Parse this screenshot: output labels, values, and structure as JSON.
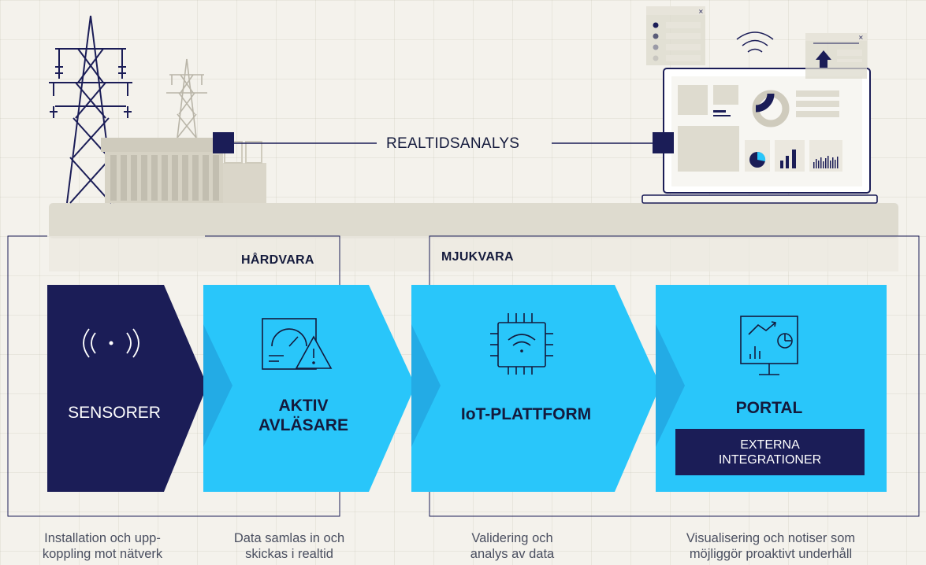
{
  "realtime_label": "REALTIDSANALYS",
  "frames": {
    "hardware": "HÅRDVARA",
    "software": "MJUKVARA"
  },
  "blocks": [
    {
      "title_line1": "SENSORER",
      "title_line2": "",
      "icon": "signal-broadcast-icon"
    },
    {
      "title_line1": "AKTIV",
      "title_line2": "AVLÄSARE",
      "icon": "gauge-warning-icon"
    },
    {
      "title_line1": "IoT-PLATTFORM",
      "title_line2": "",
      "icon": "chip-wifi-icon"
    },
    {
      "title_line1": "PORTAL",
      "title_line2": "",
      "icon": "analytics-monitor-icon"
    }
  ],
  "integration_box": {
    "line1": "EXTERNA",
    "line2": "INTEGRATIONER"
  },
  "captions": [
    {
      "line1": "Installation och upp-",
      "line2": "koppling mot nätverk"
    },
    {
      "line1": "Data samlas in och",
      "line2": "skickas i realtid"
    },
    {
      "line1": "Validering och",
      "line2": "analys av data"
    },
    {
      "line1": "Visualisering och notiser som",
      "line2": "möjliggör proaktivt underhåll"
    }
  ],
  "colors": {
    "navy": "#1b1d57",
    "cyan": "#29c6fa",
    "beige": "#dcd9cc",
    "background": "#f4f2ec"
  }
}
